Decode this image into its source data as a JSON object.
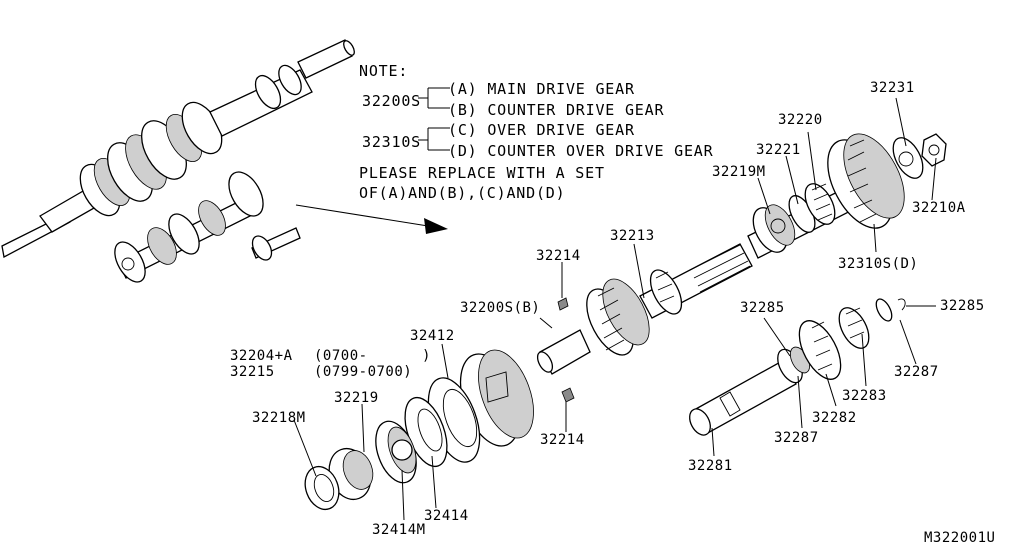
{
  "note": {
    "heading": "NOTE:",
    "group1_code": "32200S",
    "item_a": "(A) MAIN DRIVE GEAR",
    "item_b": "(B) COUNTER DRIVE GEAR",
    "group2_code": "32310S",
    "item_c": "(C) OVER DRIVE GEAR",
    "item_d": "(D) COUNTER OVER DRIVE GEAR",
    "replace_line1": "PLEASE REPLACE WITH A SET",
    "replace_line2": "OF(A)AND(B),(C)AND(D)"
  },
  "labels": {
    "p32231": "32231",
    "p32220": "32220",
    "p32221": "32221",
    "p32219M_top": "32219M",
    "p32210A": "32210A",
    "p32310SD": "32310S(D)",
    "p32213": "32213",
    "p32214_top": "32214",
    "p32214_bottom": "32214",
    "p32200SB": "32200S(B)",
    "p32412": "32412",
    "p32204A": "32204+A",
    "p32204A_range": "(0700-",
    "p32204A_range_end": ")",
    "p32215": "32215",
    "p32215_range": "(0799-0700)",
    "p32219": "32219",
    "p32218M": "32218M",
    "p32414M": "32414M",
    "p32414": "32414",
    "p32285_left": "32285",
    "p32285_right": "32285",
    "p32287_right": "32287",
    "p32287_bottom": "32287",
    "p32283": "32283",
    "p32282": "32282",
    "p32281": "32281"
  },
  "diagram_id": "M322001U"
}
